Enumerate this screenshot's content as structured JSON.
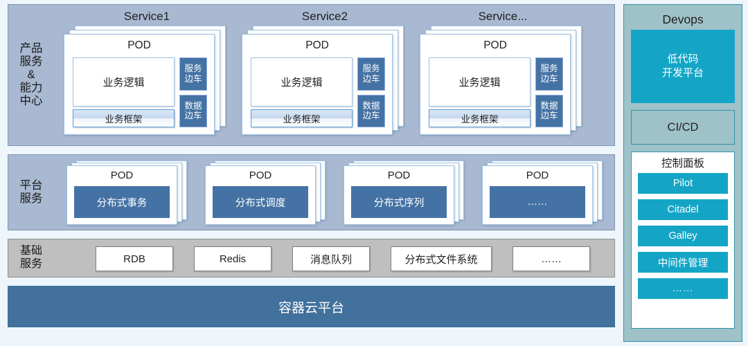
{
  "bands": [
    {
      "label_lines": [
        "产品",
        "服务",
        "&",
        "能力",
        "中心"
      ]
    },
    {
      "label_lines": [
        "平台",
        "服务"
      ]
    },
    {
      "label_lines": [
        "基础",
        "服务"
      ]
    }
  ],
  "services": [
    {
      "title": "Service1",
      "pod_label": "POD",
      "logic": "业务逻辑",
      "framework": "业务框架",
      "sidecars": [
        {
          "line1": "服务",
          "line2": "边车"
        },
        {
          "line1": "数据",
          "line2": "边车"
        }
      ]
    },
    {
      "title": "Service2",
      "pod_label": "POD",
      "logic": "业务逻辑",
      "framework": "业务框架",
      "sidecars": [
        {
          "line1": "服务",
          "line2": "边车"
        },
        {
          "line1": "数据",
          "line2": "边车"
        }
      ]
    },
    {
      "title": "Service...",
      "pod_label": "POD",
      "logic": "业务逻辑",
      "framework": "业务框架",
      "sidecars": [
        {
          "line1": "服务",
          "line2": "边车"
        },
        {
          "line1": "数据",
          "line2": "边车"
        }
      ]
    }
  ],
  "platform_pods": [
    {
      "pod_label": "POD",
      "name": "分布式事务"
    },
    {
      "pod_label": "POD",
      "name": "分布式调度"
    },
    {
      "pod_label": "POD",
      "name": "分布式序列"
    },
    {
      "pod_label": "POD",
      "name": "……"
    }
  ],
  "infra_services": [
    {
      "name": "RDB"
    },
    {
      "name": "Redis"
    },
    {
      "name": "消息队列"
    },
    {
      "name": "分布式文件系统"
    },
    {
      "name": "……"
    }
  ],
  "container_platform": {
    "label": "容器云平台"
  },
  "devops": {
    "title": "Devops",
    "lowcode": {
      "line1": "低代码",
      "line2": "开发平台"
    },
    "cicd": {
      "label": "CI/CD"
    },
    "control_panel": {
      "title": "控制面板",
      "items": [
        {
          "label": "Pilot"
        },
        {
          "label": "Citadel"
        },
        {
          "label": "Galley"
        },
        {
          "label": "中间件管理"
        },
        {
          "label": "……"
        }
      ]
    }
  },
  "colors": {
    "page_bg": "#eef6fb",
    "band_blue_gray": "#a9b9d1",
    "band_gray": "#bfbfbf",
    "accent_blue": "#4472a4",
    "container_bar": "#41719c",
    "devops_bg": "#9fc2c8",
    "devops_accent": "#14a5c6",
    "card_border": "#9cc2e5"
  }
}
